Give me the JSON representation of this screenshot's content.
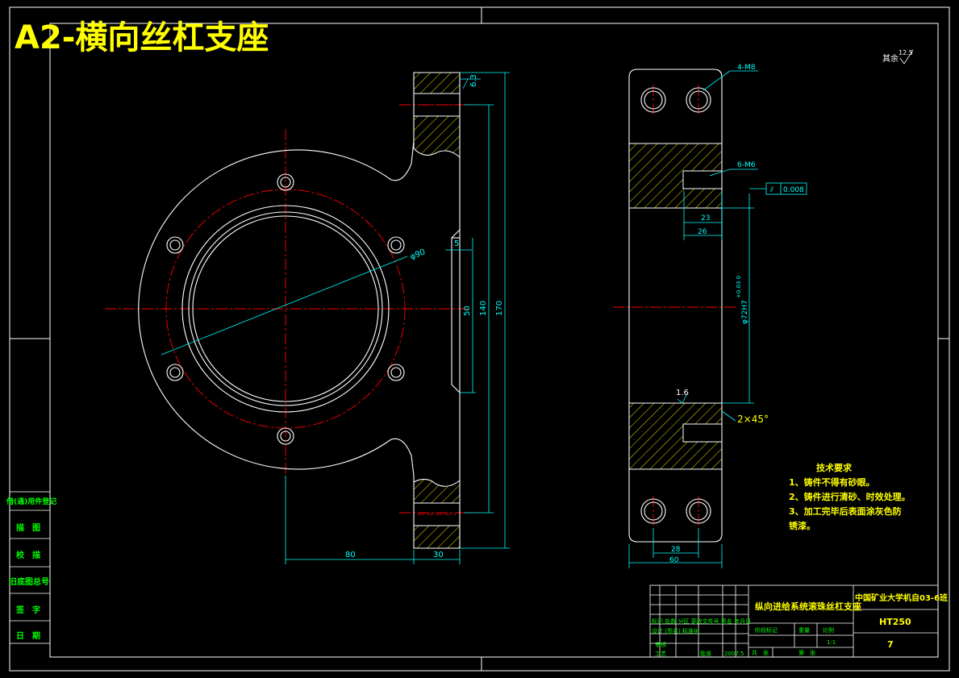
{
  "title": "A2-横向丝杠支座",
  "colors": {
    "background": "#000000",
    "outline": "#ffffff",
    "centerline": "#ff0000",
    "dimension": "#00ffff",
    "hatch": "#ffff00",
    "note": "#ffff00",
    "table": "#00ff00",
    "title": "#ffff00"
  },
  "front_view": {
    "dim_diameter": "φ90",
    "dim_80": "80",
    "dim_30": "30",
    "dim_5": "5",
    "dim_50": "50",
    "dim_140": "140",
    "dim_170": "170",
    "roughness_top": "6.3"
  },
  "side_view": {
    "callout_holes_top": "4-M8",
    "callout_holes_mid": "6-M6",
    "tolerance_symbol": "⫽",
    "tolerance_value": "0.008",
    "dim_23": "23",
    "dim_26": "26",
    "dim_bore": "φ72H7",
    "dim_bore_tol": "+0.03 0",
    "roughness_bottom": "1.6",
    "chamfer": "2×45°",
    "dim_28": "28",
    "dim_60": "60",
    "roughness_other_label": "其余",
    "roughness_other_value": "12.5"
  },
  "tech_req": {
    "heading": "技术要求",
    "lines": [
      "1、铸件不得有砂眼。",
      "2、铸件进行清砂、时效处理。",
      "3、加工完毕后表面涂灰色防",
      "锈漆。"
    ]
  },
  "left_table": {
    "rows": [
      "借(通)用件登记",
      "描　图",
      "校　描",
      "旧底图总号",
      "签　字",
      "日　期"
    ]
  },
  "title_block": {
    "part_name": "纵向进给系统滚珠丝杠支座",
    "school": "中国矿业大学机自03-6班",
    "material": "HT250",
    "scale": "1:1",
    "sheet": "7",
    "row_marks": "标记 处数 分区 更改文件号 签名 年月日",
    "row_design": "设计 (签名) 标准化",
    "row_check": "审核",
    "row_craft": "工艺",
    "row_approve": "批准",
    "date": "2007.5",
    "stage_label": "阶段标记",
    "weight_label": "重量",
    "scale_label": "比例",
    "total_label": "共　张",
    "page_label": "第　张"
  }
}
